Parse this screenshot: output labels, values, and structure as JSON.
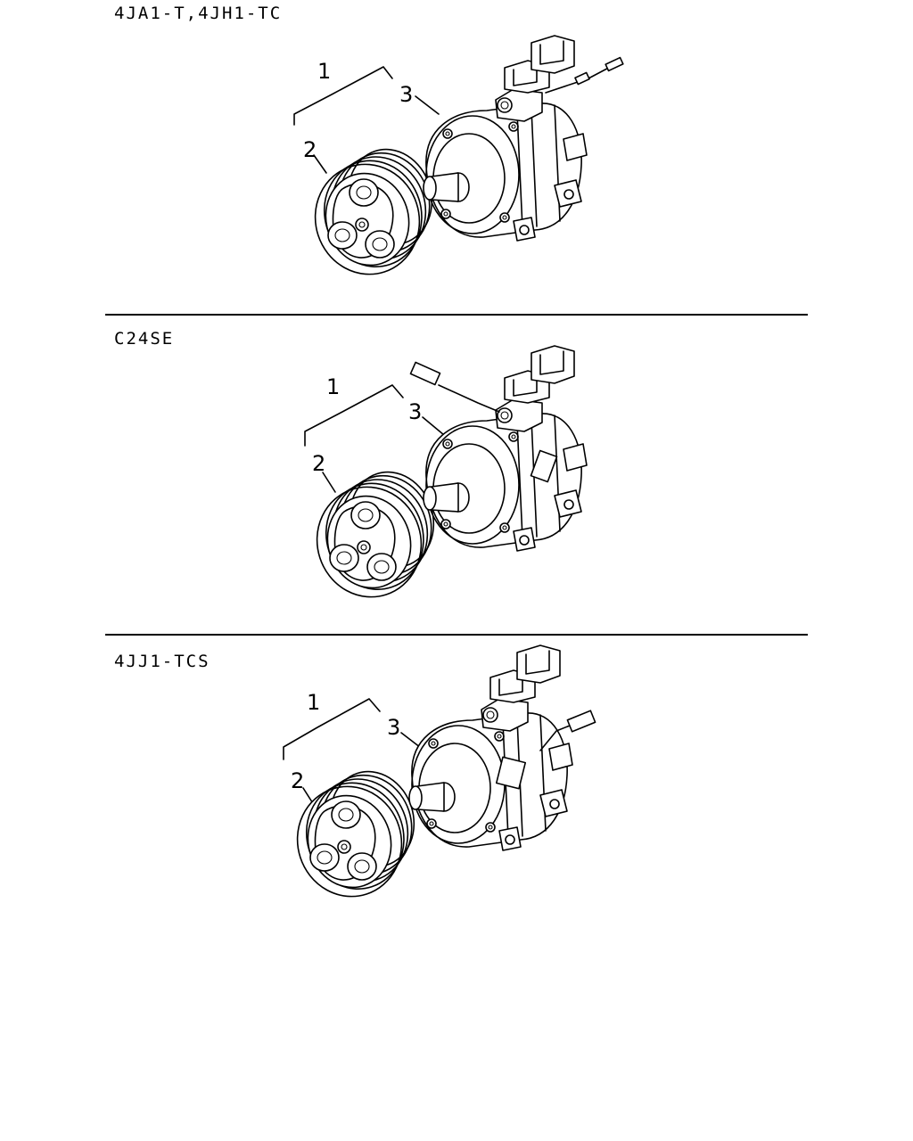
{
  "sections": [
    {
      "title": "4JA1-T,4JH1-TC",
      "callouts": [
        "1",
        "2",
        "3"
      ]
    },
    {
      "title": "C24SE",
      "callouts": [
        "1",
        "2",
        "3"
      ]
    },
    {
      "title": "4JJ1-TCS",
      "callouts": [
        "1",
        "2",
        "3"
      ]
    }
  ]
}
